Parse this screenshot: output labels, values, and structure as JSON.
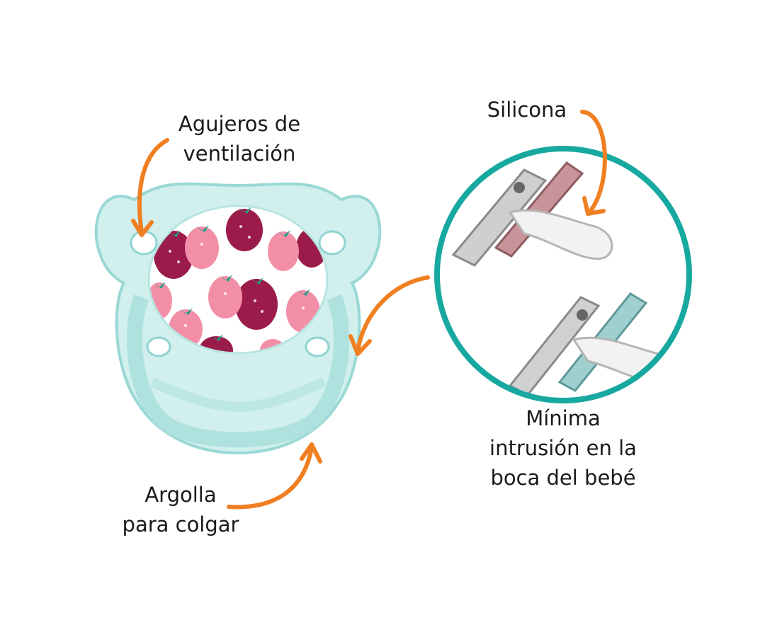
{
  "labels": {
    "ventilation": [
      "Agujeros de",
      "ventilación"
    ],
    "silicone": [
      "Silicona"
    ],
    "minimal_intrusion": [
      "Mínima",
      "intrusión en la",
      "boca del bebé"
    ],
    "ring": [
      "Argolla",
      "para colgar"
    ]
  },
  "colors": {
    "arrow": "#f07f22",
    "circle": "#17a8a0",
    "shield": "#bfe8e6",
    "shield_edge": "#8fd4d1",
    "strawberry_dark": "#9b1b4b",
    "strawberry_light": "#f28fa7",
    "leaf": "#1f9e88"
  }
}
